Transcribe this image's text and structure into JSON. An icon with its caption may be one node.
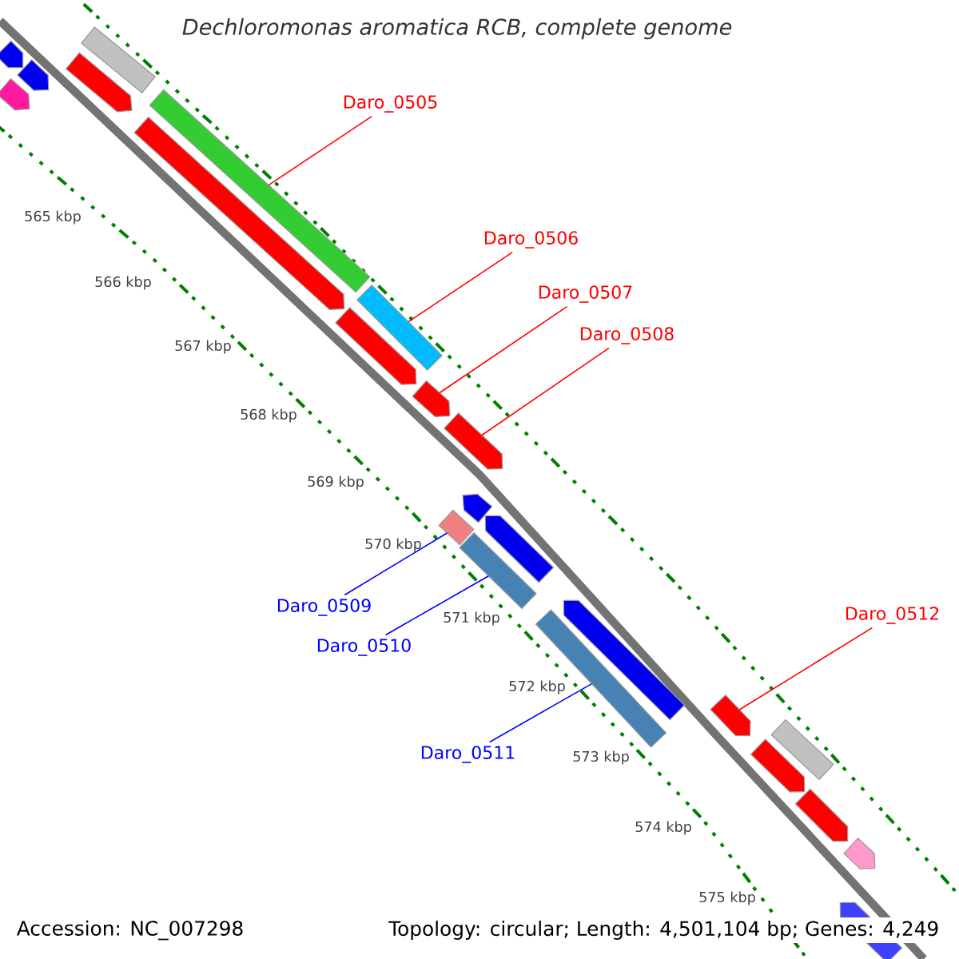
{
  "diagram": {
    "title": "Dechloromonas aromatica RCB, complete genome",
    "nodes": [
      {
        "text": [
          "Daro_0505"
        ]
      },
      {
        "text": [
          "Daro_0506"
        ]
      },
      {
        "text": [
          "Daro_0507"
        ]
      },
      {
        "text": [
          "Daro_0508"
        ]
      },
      {
        "text": [
          "Daro_0509"
        ]
      },
      {
        "text": [
          "Daro_0510"
        ]
      },
      {
        "text": [
          "Daro_0511"
        ]
      },
      {
        "text": [
          "Daro_0512"
        ]
      },
      {
        "text": [],
        "shape": "arrow"
      },
      {
        "text": [],
        "shape": "arrow"
      },
      {
        "text": [],
        "shape": "arrow"
      },
      {
        "text": [],
        "shape": "box"
      },
      {
        "text": [],
        "shape": "arrow"
      },
      {
        "text": [],
        "shape": "box"
      },
      {
        "text": [],
        "shape": "arrow"
      },
      {
        "text": [],
        "shape": "box"
      },
      {
        "text": [],
        "shape": "arrow"
      },
      {
        "text": [],
        "shape": "arrow"
      },
      {
        "text": [],
        "shape": "arrow"
      },
      {
        "text": [],
        "shape": "arrow"
      },
      {
        "text": [],
        "shape": "box"
      },
      {
        "text": [],
        "shape": "arrow"
      },
      {
        "text": [],
        "shape": "box"
      },
      {
        "text": [],
        "shape": "box"
      },
      {
        "text": [],
        "shape": "arrow"
      },
      {
        "text": [],
        "shape": "arrow"
      },
      {
        "text": [],
        "shape": "box"
      },
      {
        "text": [],
        "shape": "arrow"
      },
      {
        "text": [],
        "shape": "arrow"
      },
      {
        "text": [],
        "shape": "arrow"
      },
      {
        "text": [],
        "shape": "arrow"
      }
    ],
    "edges": [
      {
        "from": 0,
        "to": 13,
        "arrow": "none",
        "color": "#ff0000"
      },
      {
        "from": 1,
        "to": 15,
        "arrow": "none",
        "color": "#ff0000"
      },
      {
        "from": 2,
        "to": 17,
        "arrow": "none",
        "color": "#ff0000"
      },
      {
        "from": 3,
        "to": 18,
        "arrow": "none",
        "color": "#ff0000"
      },
      {
        "from": 4,
        "to": 20,
        "arrow": "none",
        "color": "#0000ff"
      },
      {
        "from": 5,
        "to": 22,
        "arrow": "none",
        "color": "#0000ff"
      },
      {
        "from": 6,
        "to": 23,
        "arrow": "none",
        "color": "#0000ff"
      },
      {
        "from": 7,
        "to": 25,
        "arrow": "none",
        "color": "#ff0000"
      }
    ],
    "labels": [
      "565 kbp",
      "566 kbp",
      "567 kbp",
      "568 kbp",
      "569 kbp",
      "570 kbp",
      "571 kbp",
      "572 kbp",
      "573 kbp",
      "574 kbp",
      "575 kbp",
      "Accession: NC_007298",
      "Topology: circular; Length: 4,501,104 bp; Genes: 4,249"
    ]
  }
}
